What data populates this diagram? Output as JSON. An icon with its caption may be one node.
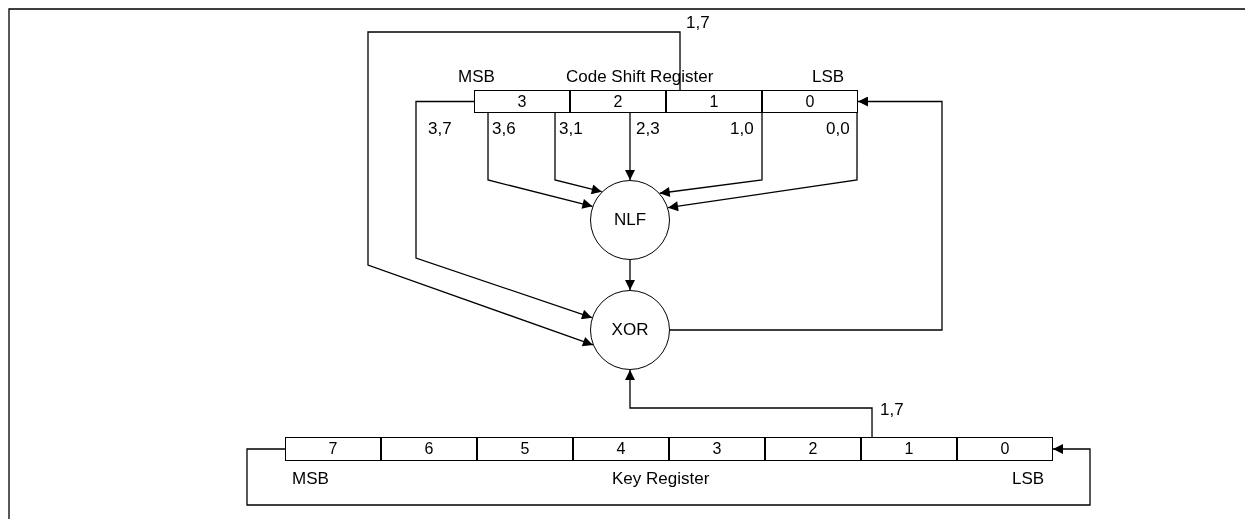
{
  "diagram": {
    "nodes": [
      {
        "text": [
          "3"
        ]
      },
      {
        "text": [
          "2"
        ]
      },
      {
        "text": [
          "1"
        ]
      },
      {
        "text": [
          "0"
        ]
      },
      {
        "text": [
          "NLF"
        ]
      },
      {
        "text": [
          "XOR"
        ]
      },
      {
        "text": [
          "7"
        ]
      },
      {
        "text": [
          "6"
        ]
      },
      {
        "text": [
          "5"
        ]
      },
      {
        "text": [
          "4"
        ]
      },
      {
        "text": [
          "3"
        ]
      },
      {
        "text": [
          "2"
        ]
      },
      {
        "text": [
          "1"
        ]
      },
      {
        "text": [
          "0"
        ]
      }
    ],
    "edges": [
      {
        "from": 0,
        "to": 5,
        "arrow": "to",
        "label": "3,7"
      },
      {
        "from": 0,
        "to": 4,
        "arrow": "to",
        "label": "3,6"
      },
      {
        "from": 0,
        "to": 4,
        "arrow": "to",
        "label": "3,1"
      },
      {
        "from": 1,
        "to": 4,
        "arrow": "to",
        "label": "2,3"
      },
      {
        "from": 2,
        "to": 4,
        "arrow": "to",
        "label": "1,0"
      },
      {
        "from": 3,
        "to": 4,
        "arrow": "to",
        "label": "0,0"
      },
      {
        "from": 2,
        "to": 5,
        "arrow": "to",
        "label": "1,7"
      },
      {
        "from": 4,
        "to": 5,
        "arrow": "to"
      },
      {
        "from": 5,
        "to": 3,
        "arrow": "to"
      },
      {
        "from": 12,
        "to": 5,
        "arrow": "to",
        "label": "1,7"
      },
      {
        "from": 6,
        "to": 13,
        "arrow": "to"
      }
    ],
    "labels": [
      "MSB",
      "Code Shift Register",
      "LSB",
      "MSB",
      "Key Register",
      "LSB"
    ]
  }
}
